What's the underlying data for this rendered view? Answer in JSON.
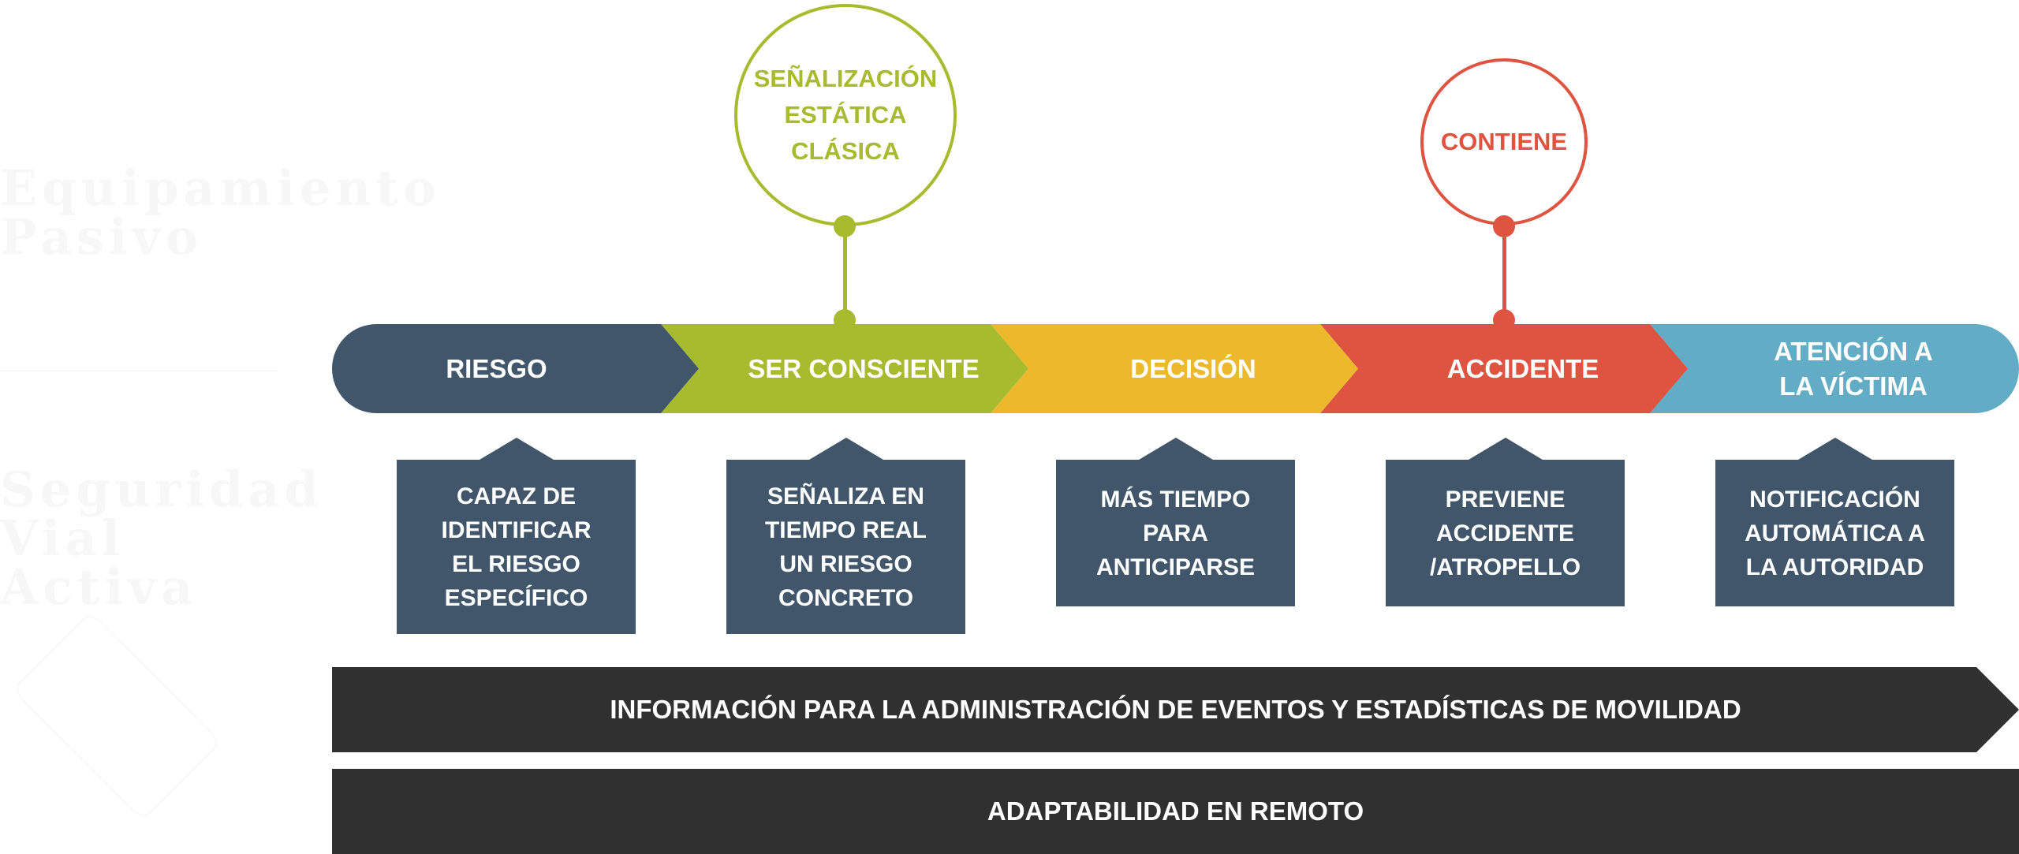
{
  "side": {
    "heading_1": "Equipamiento Pasivo",
    "heading_2": "Seguridad Vial Activa",
    "logo_label": "logo"
  },
  "callouts": {
    "static_signage": "SEÑALIZACIÓN ESTÁTICA CLÁSICA",
    "contains": "CONTIENE"
  },
  "stages": [
    {
      "label": "RIESGO",
      "color": "#42566b"
    },
    {
      "label": "SER CONSCIENTE",
      "color": "#a6bb2e"
    },
    {
      "label": "DECISIÓN",
      "color": "#ecb92d"
    },
    {
      "label": "ACCIDENTE",
      "color": "#de5440"
    },
    {
      "label": "ATENCIÓN A LA VÍCTIMA",
      "color": "#62adc5"
    }
  ],
  "boxes": [
    "CAPAZ DE IDENTIFICAR EL RIESGO ESPECÍFICO",
    "SEÑALIZA EN TIEMPO REAL UN RIESGO CONCRETO",
    "MÁS TIEMPO PARA ANTICIPARSE",
    "PREVIENE ACCIDENTE /ATROPELLO",
    "NOTIFICACIÓN AUTOMÁTICA A LA AUTORIDAD"
  ],
  "bars": {
    "information": "INFORMACIÓN PARA LA ADMINISTRACIÓN DE EVENTOS Y ESTADÍSTICAS DE MOVILIDAD",
    "remote": "ADAPTABILIDAD EN REMOTO"
  }
}
